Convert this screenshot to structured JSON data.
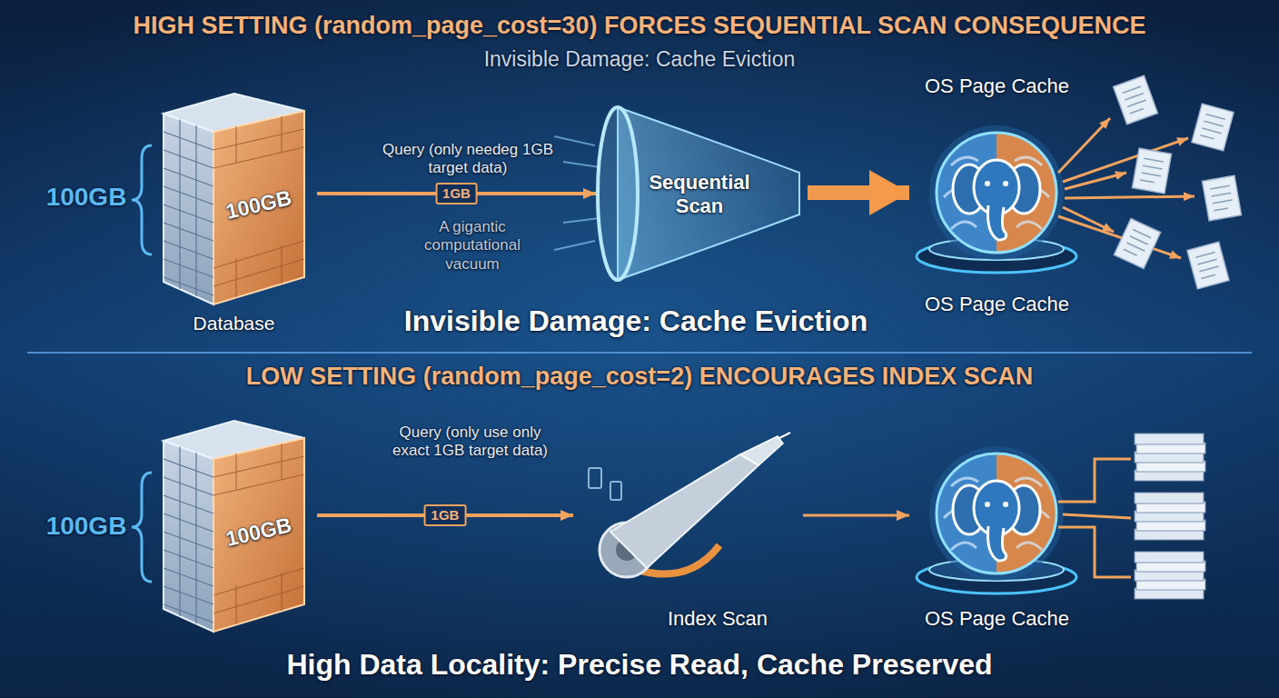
{
  "diagram": {
    "nodes": [
      {
        "text": [
          "100GB",
          "Database"
        ]
      },
      {
        "text": [
          "Sequential Scan"
        ]
      },
      {
        "text": [
          "OS Page Cache",
          "OS Page Cache"
        ]
      },
      {
        "text": [
          "100GB"
        ]
      },
      {
        "text": [
          "Index Scan"
        ]
      },
      {
        "text": [
          "OS Page Cache"
        ]
      }
    ],
    "edges": [
      {
        "from": 0,
        "to": 1,
        "arrow": "to",
        "label": "1GB"
      },
      {
        "from": 1,
        "to": 2,
        "arrow": "to"
      },
      {
        "from": 3,
        "to": 4,
        "arrow": "to",
        "label": "1GB"
      },
      {
        "from": 4,
        "to": 5,
        "arrow": "to"
      }
    ],
    "labels": [
      "HIGH SETTING (random_page_cost=30) FORCES SEQUENTIAL SCAN CONSEQUENCE",
      "Invisible Damage: Cache Eviction",
      "100GB",
      "Query (only needeg 1GB target data)",
      "A gigantic computational vacuum",
      "Invisible Damage: Cache Eviction",
      "LOW SETTING (random_page_cost=2) ENCOURAGES INDEX SCAN",
      "100GB",
      "Query (only use only exact 1GB target data)",
      "High Data Locality: Precise Read, Cache Preserved"
    ]
  }
}
